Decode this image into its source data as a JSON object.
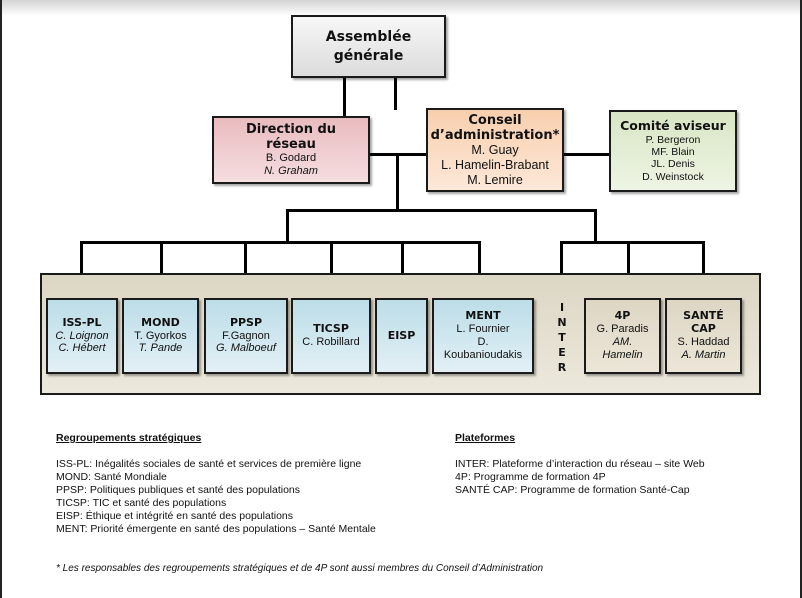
{
  "assemblee": {
    "title_line1": "Assemblée",
    "title_line2": "générale"
  },
  "direction": {
    "title_line1": "Direction du",
    "title_line2": "réseau",
    "members": [
      "B. Godard",
      "N. Graham"
    ]
  },
  "conseil": {
    "title_line1": "Conseil",
    "title_line2": "d’administration*",
    "members": [
      "M. Guay",
      "L. Hamelin-Brabant",
      "M. Lemire"
    ]
  },
  "comite": {
    "title": "Comité aviseur",
    "members": [
      "P. Bergeron",
      "MF. Blain",
      "JL. Denis",
      "D. Weinstock"
    ]
  },
  "groups": [
    {
      "title": "ISS-PL",
      "members": [
        "C. Loignon",
        "C. Hébert"
      ]
    },
    {
      "title": "MOND",
      "members": [
        "T. Gyorkos",
        "T. Pande"
      ]
    },
    {
      "title": "PPSP",
      "members": [
        "F.Gagnon",
        "G. Malboeuf"
      ]
    },
    {
      "title": "TICSP",
      "members": [
        "C. Robillard"
      ]
    },
    {
      "title": "EISP",
      "members": []
    },
    {
      "title": "MENT",
      "members": [
        "L. Fournier",
        "D.",
        "Koubanioudakis"
      ]
    }
  ],
  "inter_letters": [
    "I",
    "N",
    "T",
    "E",
    "R"
  ],
  "platforms": [
    {
      "title": "4P",
      "members": [
        "G. Paradis",
        "AM.",
        "Hamelin"
      ]
    },
    {
      "title_line1": "SANTÉ",
      "title_line2": "CAP",
      "members": [
        "S. Haddad",
        "A. Martin"
      ]
    }
  ],
  "legend_groups": {
    "heading": "Regroupements stratégiques",
    "items": [
      "ISS-PL: Inégalités sociales de santé et services de première ligne",
      "MOND: Santé Mondiale",
      "PPSP: Politiques publiques et santé des populations",
      "TICSP: TIC et santé des populations",
      "EISP: Éthique et intégrité en santé des populations",
      "MENT: Priorité émergente en santé des populations – Santé Mentale"
    ]
  },
  "legend_platforms": {
    "heading": "Plateformes",
    "items": [
      "INTER: Plateforme d’interaction du réseau – site Web",
      "4P: Programme de formation 4P",
      "SANTÉ CAP: Programme de formation Santé-Cap"
    ]
  },
  "footnote": "* Les responsables des regroupements stratégiques et de 4P sont aussi membres du Conseil d’Administration",
  "colors": {
    "assemblee": "#e8e8e8",
    "direction": "#eecfd2",
    "conseil": "#fbdcc3",
    "comite": "#e4eed6",
    "groups": "#cfe7ef",
    "platforms": "#e5dfcf",
    "container": "#e4dfd0"
  }
}
